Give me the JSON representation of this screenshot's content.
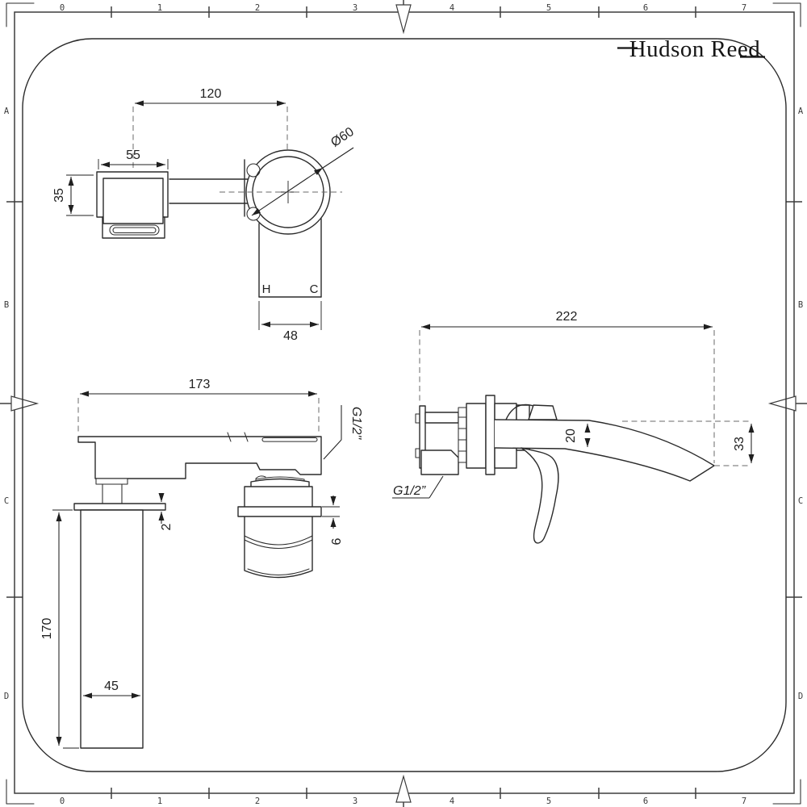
{
  "brand": {
    "name": "Hudson Reed"
  },
  "border": {
    "columns": [
      "0",
      "1",
      "2",
      "3",
      "4",
      "5",
      "6",
      "7"
    ],
    "rows": [
      "A",
      "B",
      "C",
      "D"
    ]
  },
  "top_view": {
    "center_distance": "120",
    "handle_width": "55",
    "handle_depth": "35",
    "flange_diameter": "Ø60",
    "spout_body_width": "48",
    "hot_label": "H",
    "cold_label": "C"
  },
  "front_view": {
    "spout_length": "173",
    "thread_size": "G1/2\"",
    "plate_thickness": "2",
    "flange_depth": "6",
    "column_height": "170",
    "column_width": "45"
  },
  "side_view": {
    "wall_projection": "222",
    "spout_thickness": "20",
    "tip_drop": "33",
    "thread_size": "G1/2”"
  },
  "colors": {
    "line": "#2b2b2b",
    "dim": "#1f1f1f",
    "dash": "#6a6a6a",
    "frame": "#3d3d3d"
  }
}
